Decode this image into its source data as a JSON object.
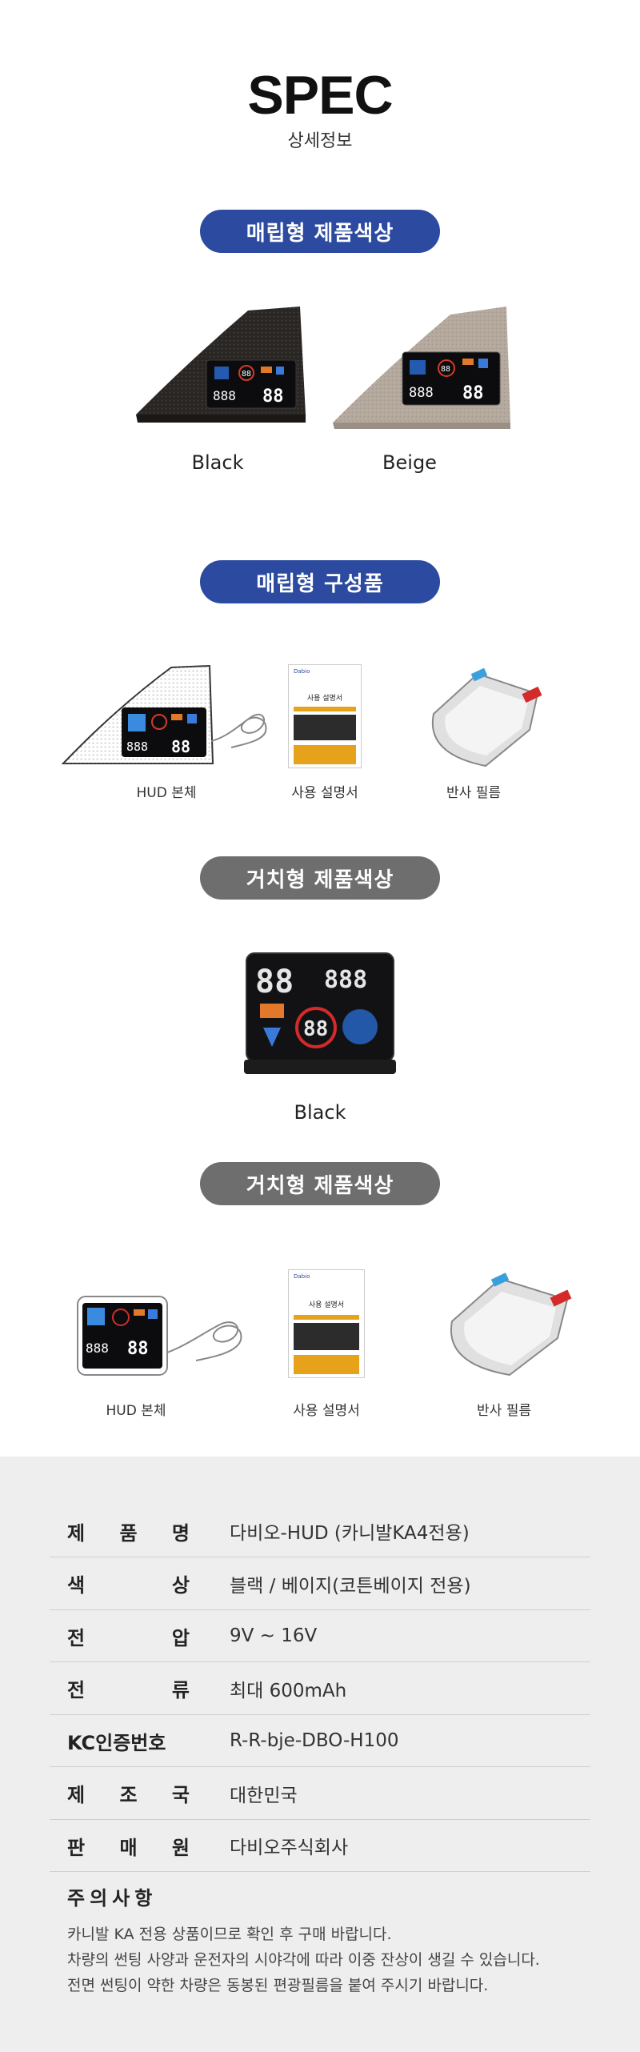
{
  "header": {
    "title": "SPEC",
    "subtitle": "상세정보"
  },
  "section1": {
    "pill": "매립형 제품색상",
    "items": [
      {
        "label": "Black"
      },
      {
        "label": "Beige"
      }
    ]
  },
  "section2": {
    "pill": "매립형 구성품",
    "items": [
      {
        "label": "HUD 본체"
      },
      {
        "label": "사용 설명서"
      },
      {
        "label": "반사 필름"
      }
    ]
  },
  "section3": {
    "pill": "거치형 제품색상",
    "items": [
      {
        "label": "Black"
      }
    ]
  },
  "section4": {
    "pill": "거치형 제품색상",
    "items": [
      {
        "label": "HUD 본체"
      },
      {
        "label": "사용 설명서"
      },
      {
        "label": "반사 필름"
      }
    ]
  },
  "manual": {
    "brand": "Dabio",
    "heading": "사용 설명서"
  },
  "hud": {
    "digits_big": "88",
    "digits_small": "888"
  },
  "specs": [
    {
      "key": "제품명",
      "value": "다비오-HUD (카니발KA4전용)"
    },
    {
      "key": "색상",
      "value": "블랙 / 베이지(코튼베이지 전용)"
    },
    {
      "key": "전압",
      "value": "9V ~ 16V"
    },
    {
      "key": "전류",
      "value": "최대 600mAh"
    },
    {
      "key": "KC인증번호",
      "value": "R-R-bje-DBO-H100"
    },
    {
      "key": "제조국",
      "value": "대한민국"
    },
    {
      "key": "판매원",
      "value": "다비오주식회사"
    }
  ],
  "notice": {
    "title": "주의사항",
    "lines": [
      "카니발 KA 전용 상품이므로 확인 후 구매 바랍니다.",
      "차량의 썬팅 사양과 운전자의 시야각에 따라 이중 잔상이 생길 수 있습니다.",
      "전면 썬팅이 약한 차량은 동봉된 편광필름을 붙여 주시기 바랍니다."
    ]
  },
  "colors": {
    "blue_pill": "#2b4aa0",
    "gray_pill": "#6e6e6e",
    "spec_bg": "#eeeeee"
  }
}
